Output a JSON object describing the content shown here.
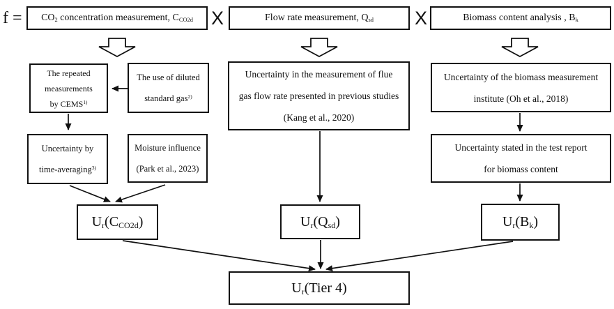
{
  "formula": {
    "prefix": "f =",
    "times": "X"
  },
  "top_boxes": {
    "co2": [
      {
        "t": "CO"
      },
      {
        "sub": "2"
      },
      {
        "t": " concentration measurement, C"
      },
      {
        "sub": "CO2d"
      }
    ],
    "flow": [
      {
        "t": "Flow rate measurement, Q"
      },
      {
        "sub": "sd"
      }
    ],
    "biomass": [
      {
        "t": "Biomass content analysis , B"
      },
      {
        "sub": "k"
      }
    ]
  },
  "level2": {
    "cems": [
      [
        {
          "t": "The repeated"
        }
      ],
      [
        {
          "t": "measurements"
        }
      ],
      [
        {
          "t": "by CEMS"
        },
        {
          "sup": "1)"
        }
      ]
    ],
    "diluted_gas": [
      [
        {
          "t": "The use of diluted"
        }
      ],
      [
        {
          "t": "standard gas"
        },
        {
          "sup": "2)"
        }
      ]
    ],
    "flow_uncertainty": [
      [
        {
          "t": "Uncertainty in the measurement of flue"
        }
      ],
      [
        {
          "t": "gas flow rate presented in previous studies"
        }
      ],
      [
        {
          "t": "(Kang et al., 2020)"
        }
      ]
    ],
    "biomass_institute": [
      [
        {
          "t": "Uncertainty of the biomass measurement"
        }
      ],
      [
        {
          "t": "institute (Oh et al., 2018)"
        }
      ]
    ]
  },
  "level3": {
    "time_averaging": [
      [
        {
          "t": "Uncertainty by"
        }
      ],
      [
        {
          "t": "time-averaging"
        },
        {
          "sup": "3)"
        }
      ]
    ],
    "moisture": [
      [
        {
          "t": "Moisture influence"
        }
      ],
      [
        {
          "t": "(Park et al., 2023)"
        }
      ]
    ],
    "test_report": [
      [
        {
          "t": "Uncertainty stated in the test report"
        }
      ],
      [
        {
          "t": "for biomass content"
        }
      ]
    ]
  },
  "level4": {
    "ur_c": [
      {
        "t": "U"
      },
      {
        "sub": "r"
      },
      {
        "t": "(C"
      },
      {
        "sub": "CO2d"
      },
      {
        "t": ")"
      }
    ],
    "ur_q": [
      {
        "t": "U"
      },
      {
        "sub": "r"
      },
      {
        "t": "(Q"
      },
      {
        "sub": "sd"
      },
      {
        "t": ")"
      }
    ],
    "ur_b": [
      {
        "t": "U"
      },
      {
        "sub": "r"
      },
      {
        "t": "(B"
      },
      {
        "sub": "k"
      },
      {
        "t": ")"
      }
    ]
  },
  "result": {
    "tier4": [
      {
        "t": "U"
      },
      {
        "sub": "r"
      },
      {
        "t": "(Tier 4)"
      }
    ]
  },
  "colors": {
    "line": "#111111",
    "box_border": "#111111",
    "text": "#111111",
    "background": "#ffffff"
  }
}
